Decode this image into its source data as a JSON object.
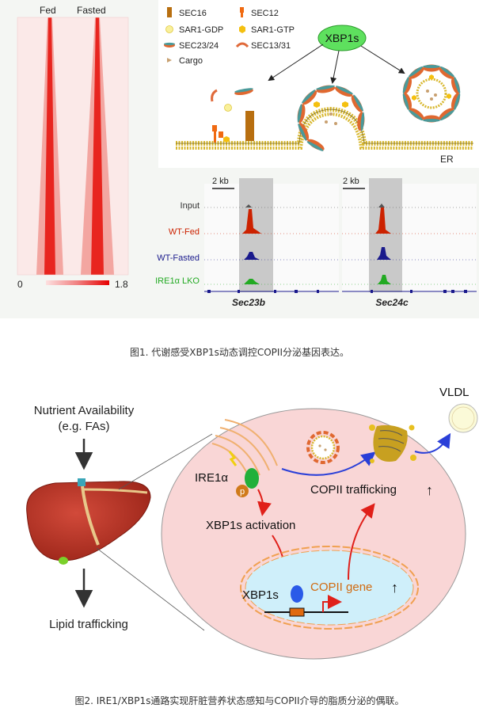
{
  "figure1": {
    "heatmap": {
      "col_fed": "Fed",
      "col_fasted": "Fasted",
      "scale_min": "0",
      "scale_max": "1.8"
    },
    "legend": {
      "sec16": "SEC16",
      "sec12": "SEC12",
      "sar1_gdp": "SAR1-GDP",
      "sar1_gtp": "SAR1-GTP",
      "sec23_24": "SEC23/24",
      "sec13_31": "SEC13/31",
      "cargo": "Cargo"
    },
    "xbp1s_label": "XBP1s",
    "er_label": "ER",
    "tracks": {
      "scale_bar_left": "2 kb",
      "scale_bar_right": "2 kb",
      "rows": [
        "Input",
        "WT-Fed",
        "WT-Fasted",
        "IRE1α LKO"
      ],
      "row_colors": [
        "#333333",
        "#cc2200",
        "#1a1a8c",
        "#22aa22"
      ],
      "gene_left": "Sec23b",
      "gene_right": "Sec24c"
    },
    "caption": "图1. 代谢感受XBP1s动态调控COPII分泌基因表达。"
  },
  "figure2": {
    "nutrient_line1": "Nutrient Availability",
    "nutrient_line2": "(e.g. FAs)",
    "lipid_trafficking": "Lipid trafficking",
    "vldl": "VLDL",
    "ire1a": "IRE1α",
    "p_label": "p",
    "xbp1s_activation": "XBP1s activation",
    "copii_trafficking": "COPII trafficking",
    "xbp1s": "XBP1s",
    "copii_gene": "COPII gene",
    "up_arrow": "↑",
    "caption": "图2. IRE1/XBP1s通路实现肝脏营养状态感知与COPII介导的脂质分泌的偶联。"
  },
  "colors": {
    "heatmap_red": "#e8251f",
    "cell_pink": "#f9d6d6",
    "nucleus": "#cfeffa",
    "xbp1s_green": "#44dd44",
    "liver": "#c0392b",
    "arrow_red": "#e0201a",
    "arrow_blue": "#2a3fd8"
  }
}
